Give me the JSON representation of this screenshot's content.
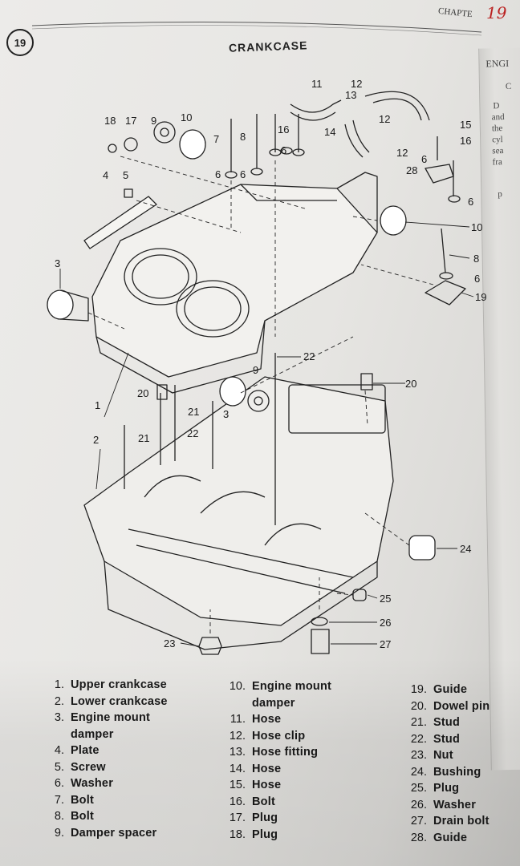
{
  "header": {
    "figure_number": "19",
    "title": "CRANKCASE",
    "chapter_tag": "CHAPTE",
    "handwritten_note": "19"
  },
  "next_page_fragments": [
    "ENGI",
    "C",
    "D",
    "and",
    "the",
    "cyl",
    "sea",
    "fra",
    "p"
  ],
  "callouts": [
    "1",
    "2",
    "3",
    "3",
    "4",
    "5",
    "6",
    "6",
    "6",
    "6",
    "6",
    "6",
    "7",
    "8",
    "8",
    "9",
    "9",
    "10",
    "10",
    "11",
    "12",
    "12",
    "12",
    "13",
    "14",
    "15",
    "16",
    "16",
    "17",
    "18",
    "19",
    "20",
    "20",
    "21",
    "21",
    "22",
    "22",
    "23",
    "24",
    "25",
    "26",
    "27",
    "28"
  ],
  "legend": {
    "col1": [
      {
        "num": "1.",
        "text": "Upper crankcase"
      },
      {
        "num": "2.",
        "text": "Lower crankcase"
      },
      {
        "num": "3.",
        "text": "Engine mount",
        "cont": "damper"
      },
      {
        "num": "4.",
        "text": "Plate"
      },
      {
        "num": "5.",
        "text": "Screw"
      },
      {
        "num": "6.",
        "text": "Washer"
      },
      {
        "num": "7.",
        "text": "Bolt"
      },
      {
        "num": "8.",
        "text": "Bolt"
      },
      {
        "num": "9.",
        "text": "Damper spacer"
      }
    ],
    "col2": [
      {
        "num": "10.",
        "text": "Engine mount",
        "cont": "damper"
      },
      {
        "num": "11.",
        "text": "Hose"
      },
      {
        "num": "12.",
        "text": "Hose clip"
      },
      {
        "num": "13.",
        "text": "Hose fitting"
      },
      {
        "num": "14.",
        "text": "Hose"
      },
      {
        "num": "15.",
        "text": "Hose"
      },
      {
        "num": "16.",
        "text": "Bolt"
      },
      {
        "num": "17.",
        "text": "Plug"
      },
      {
        "num": "18.",
        "text": "Plug"
      }
    ],
    "col3": [
      {
        "num": "19.",
        "text": "Guide"
      },
      {
        "num": "20.",
        "text": "Dowel pin"
      },
      {
        "num": "21.",
        "text": "Stud"
      },
      {
        "num": "22.",
        "text": "Stud"
      },
      {
        "num": "23.",
        "text": "Nut"
      },
      {
        "num": "24.",
        "text": "Bushing"
      },
      {
        "num": "25.",
        "text": "Plug"
      },
      {
        "num": "26.",
        "text": "Washer"
      },
      {
        "num": "27.",
        "text": "Drain bolt"
      },
      {
        "num": "28.",
        "text": "Guide"
      }
    ]
  }
}
